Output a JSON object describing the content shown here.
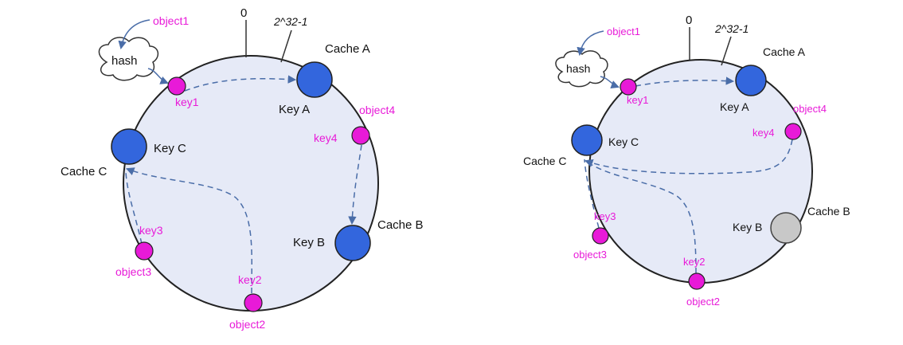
{
  "colors": {
    "ring_fill": "#e6eaf7",
    "ring_stroke": "#222222",
    "cache_node": "#3366dd",
    "removed_node": "#c8c8c8",
    "key_node": "#e81ad8",
    "label_magenta": "#e81ad8",
    "arrow": "#4a6da8"
  },
  "left": {
    "zero": "0",
    "max": "2^32-1",
    "hash": "hash",
    "object1": "object1",
    "object2": "object2",
    "object3": "object3",
    "object4": "object4",
    "key1": "key1",
    "key2": "key2",
    "key3": "key3",
    "key4": "key4",
    "key_a": "Key A",
    "key_b": "Key B",
    "key_c": "Key C",
    "cache_a": "Cache A",
    "cache_b": "Cache B",
    "cache_c": "Cache C"
  },
  "right": {
    "zero": "0",
    "max": "2^32-1",
    "hash": "hash",
    "object1": "object1",
    "object2": "object2",
    "object3": "object3",
    "object4": "object4",
    "key1": "key1",
    "key2": "key2",
    "key3": "key3",
    "key4": "key4",
    "key_a": "Key A",
    "key_b": "Key B",
    "key_c": "Key C",
    "cache_a": "Cache A",
    "cache_b": "Cache B",
    "cache_c": "Cache C"
  }
}
